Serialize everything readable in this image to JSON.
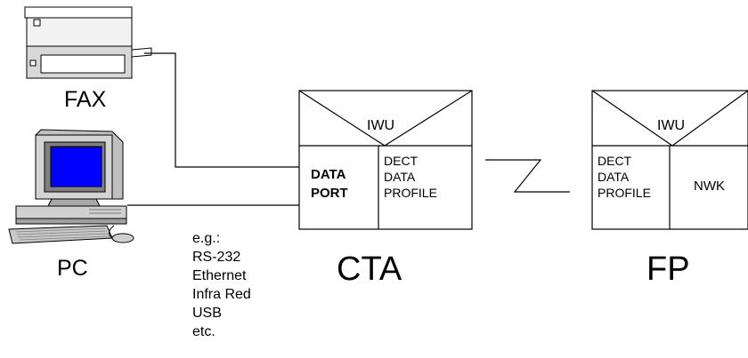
{
  "devices": {
    "fax_label": "FAX",
    "pc_label": "PC"
  },
  "interfaces": {
    "examples": [
      "e.g.:",
      "RS-232",
      "Ethernet",
      "Infra Red",
      "USB",
      "etc."
    ]
  },
  "cta": {
    "label": "CTA",
    "iwu": "IWU",
    "data_port": [
      "DATA",
      "PORT"
    ],
    "dect_profile": [
      "DECT",
      "DATA",
      "PROFILE"
    ]
  },
  "fp": {
    "label": "FP",
    "iwu": "IWU",
    "dect_profile": [
      "DECT",
      "DATA",
      "PROFILE"
    ],
    "nwk": "NWK"
  },
  "colors": {
    "screen": "#0000ff",
    "device_light": "#c8c8c8",
    "device_mid": "#a0a0a0",
    "device_dark": "#606060",
    "line": "#000000"
  }
}
